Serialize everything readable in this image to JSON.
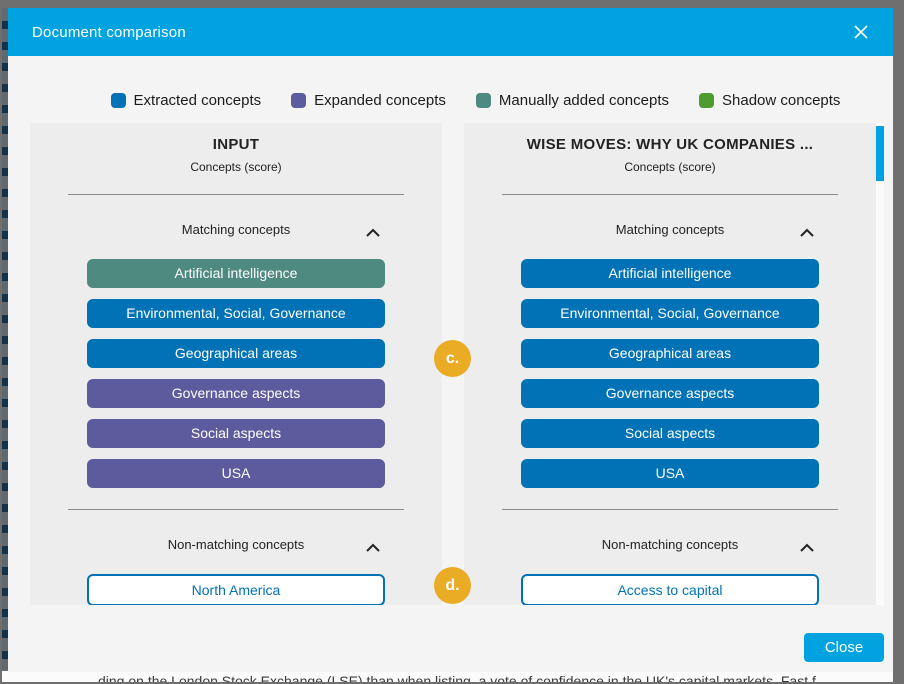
{
  "modal": {
    "title": "Document comparison",
    "close_button_label": "Close"
  },
  "colors": {
    "accent_blue": "#00A3E0",
    "extracted": "#0072B5",
    "expanded": "#5C5B9E",
    "manual": "#4E8A80",
    "shadow": "#4E9B30",
    "annotation_yellow": "#EAAB25"
  },
  "legend": {
    "items": [
      {
        "label": "Extracted concepts",
        "type": "extracted"
      },
      {
        "label": "Expanded concepts",
        "type": "expanded"
      },
      {
        "label": "Manually added concepts",
        "type": "manual"
      },
      {
        "label": "Shadow concepts",
        "type": "shadow"
      }
    ]
  },
  "columns": [
    {
      "title": "INPUT",
      "subtitle": "Concepts (score)",
      "matching_header": "Matching concepts",
      "matching": [
        {
          "label": "Artificial intelligence",
          "type": "manual"
        },
        {
          "label": "Environmental, Social, Governance",
          "type": "extracted"
        },
        {
          "label": "Geographical areas",
          "type": "extracted"
        },
        {
          "label": "Governance aspects",
          "type": "expanded"
        },
        {
          "label": "Social aspects",
          "type": "expanded"
        },
        {
          "label": "USA",
          "type": "expanded"
        }
      ],
      "nonmatching_header": "Non-matching concepts",
      "nonmatching": [
        {
          "label": "North America"
        }
      ]
    },
    {
      "title": "WISE MOVES: WHY UK COMPANIES ...",
      "subtitle": "Concepts (score)",
      "matching_header": "Matching concepts",
      "matching": [
        {
          "label": "Artificial intelligence",
          "type": "extracted"
        },
        {
          "label": "Environmental, Social, Governance",
          "type": "extracted"
        },
        {
          "label": "Geographical areas",
          "type": "extracted"
        },
        {
          "label": "Governance aspects",
          "type": "extracted"
        },
        {
          "label": "Social aspects",
          "type": "extracted"
        },
        {
          "label": "USA",
          "type": "extracted"
        }
      ],
      "nonmatching_header": "Non-matching concepts",
      "nonmatching": [
        {
          "label": "Access to capital"
        }
      ]
    }
  ],
  "annotations": [
    {
      "label": "c."
    },
    {
      "label": "d."
    }
  ],
  "background_text_partial": "ding on the London Stock Exchange (LSE) than when listing, a vote of confidence in the UK's capital markets. Fast f"
}
